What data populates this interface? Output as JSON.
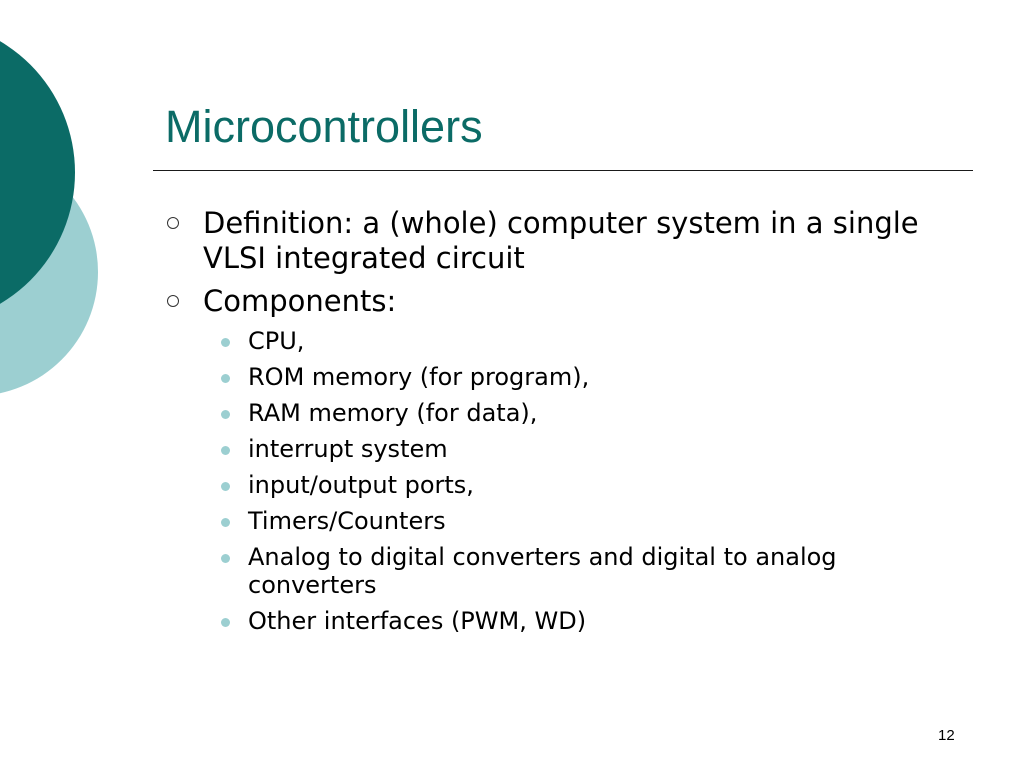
{
  "slide": {
    "title": "Microcontrollers",
    "bullets": [
      {
        "text": "Definition: a (whole) computer system in a single VLSI integrated circuit"
      },
      {
        "text": "Components:"
      }
    ],
    "components": [
      "CPU,",
      "ROM memory (for program),",
      "RAM memory (for data),",
      "interrupt system",
      "input/output ports,",
      "Timers/Counters",
      "Analog to digital converters and digital to analog converters",
      "Other interfaces (PWM, WD)"
    ],
    "page_number": "12"
  },
  "colors": {
    "accent_dark": "#0b6b66",
    "accent_light": "#9ccfd1",
    "text": "#000000"
  },
  "icons": {
    "level1_bullet": "hollow-circle-bullet-icon",
    "level2_bullet": "filled-dot-bullet-icon"
  }
}
